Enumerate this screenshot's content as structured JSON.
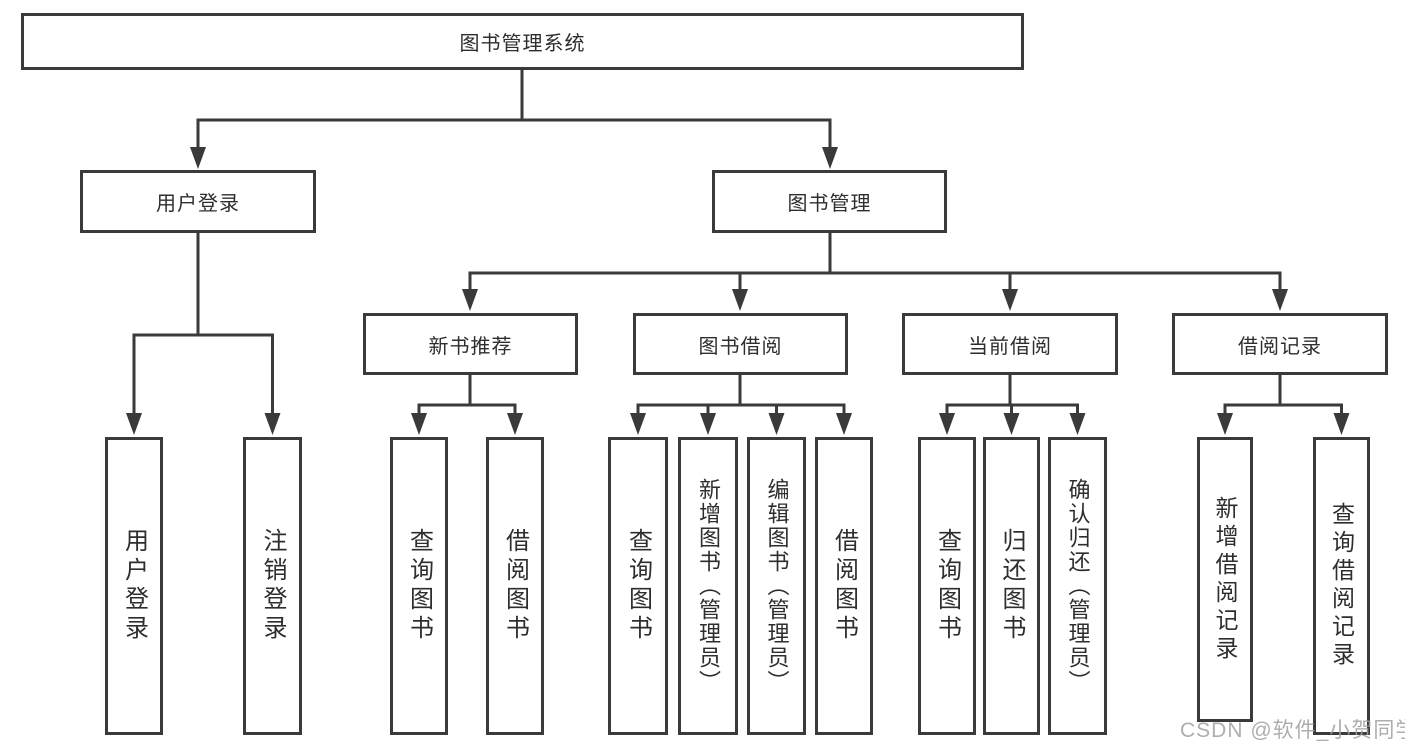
{
  "diagram": {
    "root": {
      "label": "图书管理系统"
    },
    "user_login": {
      "label": "用户登录",
      "children": [
        {
          "label": "用户登录"
        },
        {
          "label": "注销登录"
        }
      ]
    },
    "book_management": {
      "label": "图书管理",
      "sections": [
        {
          "label": "新书推荐",
          "children": [
            {
              "label": "查询图书"
            },
            {
              "label": "借阅图书"
            }
          ]
        },
        {
          "label": "图书借阅",
          "children": [
            {
              "label": "查询图书"
            },
            {
              "label": "新增图书（管理员）"
            },
            {
              "label": "编辑图书（管理员）"
            },
            {
              "label": "借阅图书"
            }
          ]
        },
        {
          "label": "当前借阅",
          "children": [
            {
              "label": "查询图书"
            },
            {
              "label": "归还图书"
            },
            {
              "label": "确认归还（管理员）"
            }
          ]
        },
        {
          "label": "借阅记录",
          "children": [
            {
              "label": "新增借阅记录"
            },
            {
              "label": "查询借阅记录"
            }
          ]
        }
      ]
    }
  },
  "watermark": {
    "text": "CSDN @软件_小贺同学"
  },
  "colors": {
    "line": "#3a3a3a",
    "border": "#3a3a3a",
    "text": "#2e2e2e",
    "watermark": "#a0a0a0",
    "background": "#ffffff"
  }
}
